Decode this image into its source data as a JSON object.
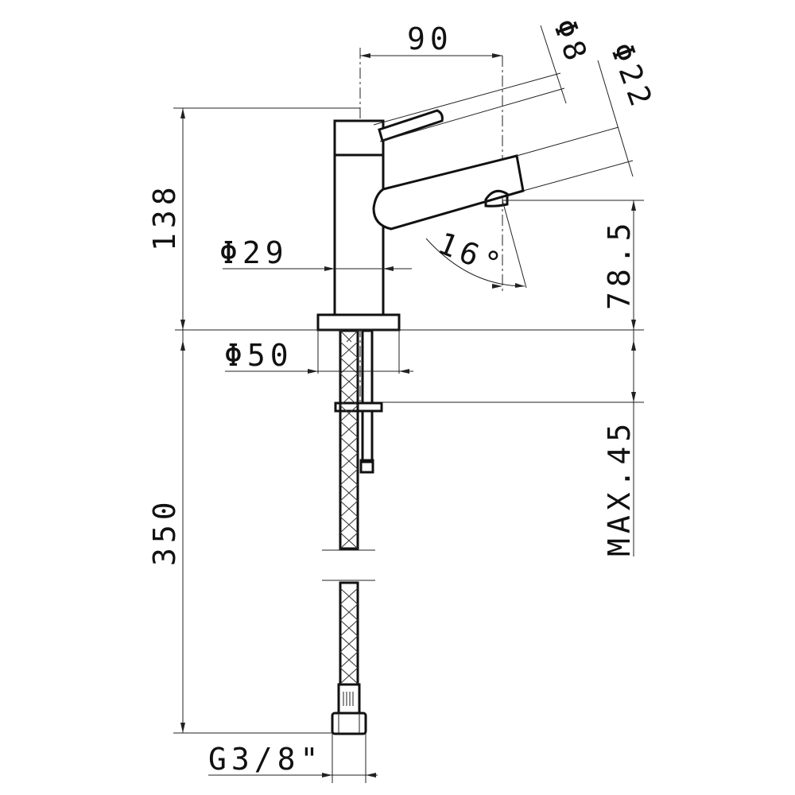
{
  "dimensions": {
    "spout_reach": "90",
    "diameter_lever": "Φ8",
    "diameter_spout": "Φ22",
    "total_height": "138",
    "spout_height": "78.5",
    "angle": "16°",
    "diameter_body": "Φ29",
    "diameter_base": "Φ50",
    "max_thickness": "MAX.45",
    "hose_length": "350",
    "connection": "G3/8\""
  }
}
